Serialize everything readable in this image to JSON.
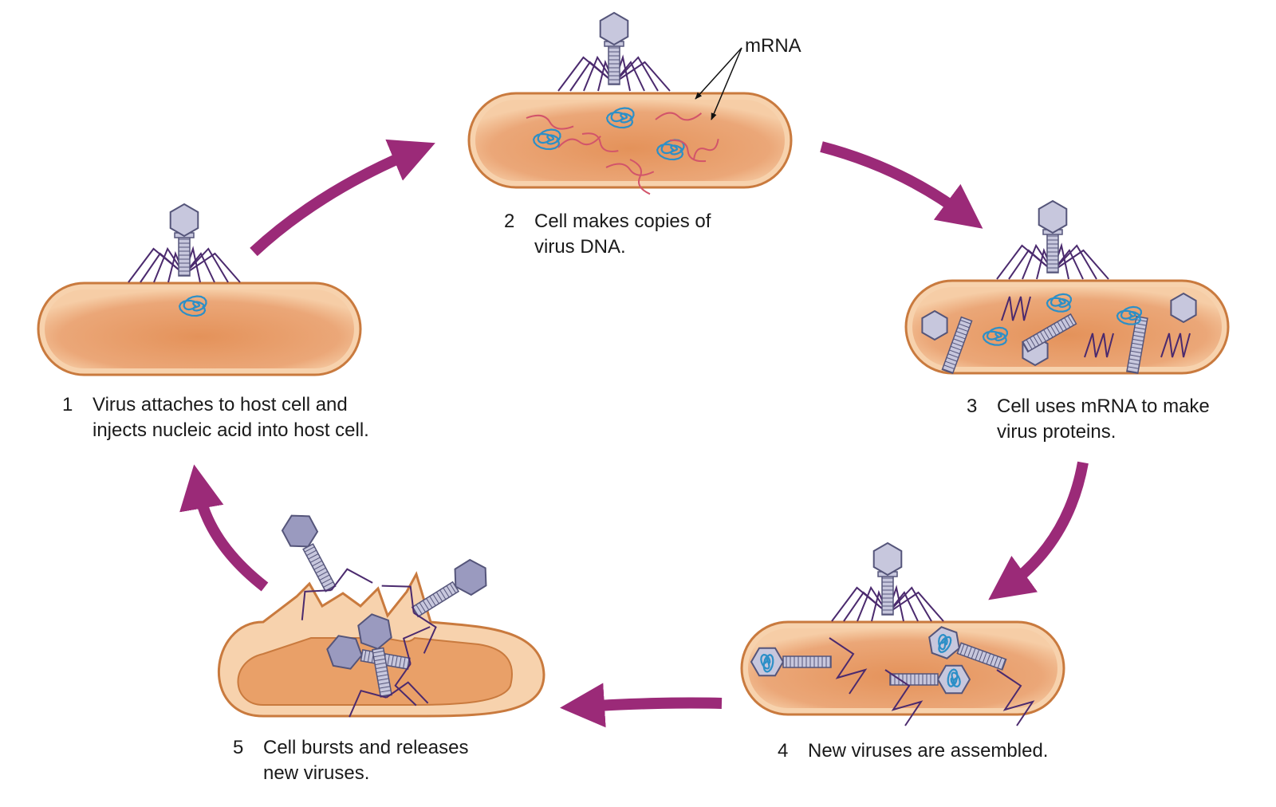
{
  "colors": {
    "cell_fill": "#e9a068",
    "cell_fill_light": "#f7d2ad",
    "cell_outline": "#c97a3e",
    "arrow": "#9b2a78",
    "virus_fill": "#c7c7dd",
    "virus_outline": "#55557a",
    "tail_fiber": "#4b2a6e",
    "dna": "#2c8fc7",
    "mrna": "#d2546a"
  },
  "steps": [
    {
      "number": "1",
      "text": "Virus attaches to host cell and\ninjects nucleic acid into host cell."
    },
    {
      "number": "2",
      "text": "Cell makes copies of\nvirus DNA."
    },
    {
      "number": "3",
      "text": "Cell uses mRNA to make\nvirus proteins."
    },
    {
      "number": "4",
      "text": "New viruses are assembled."
    },
    {
      "number": "5",
      "text": "Cell bursts and releases\nnew viruses."
    }
  ],
  "labels": {
    "mrna": "mRNA"
  }
}
